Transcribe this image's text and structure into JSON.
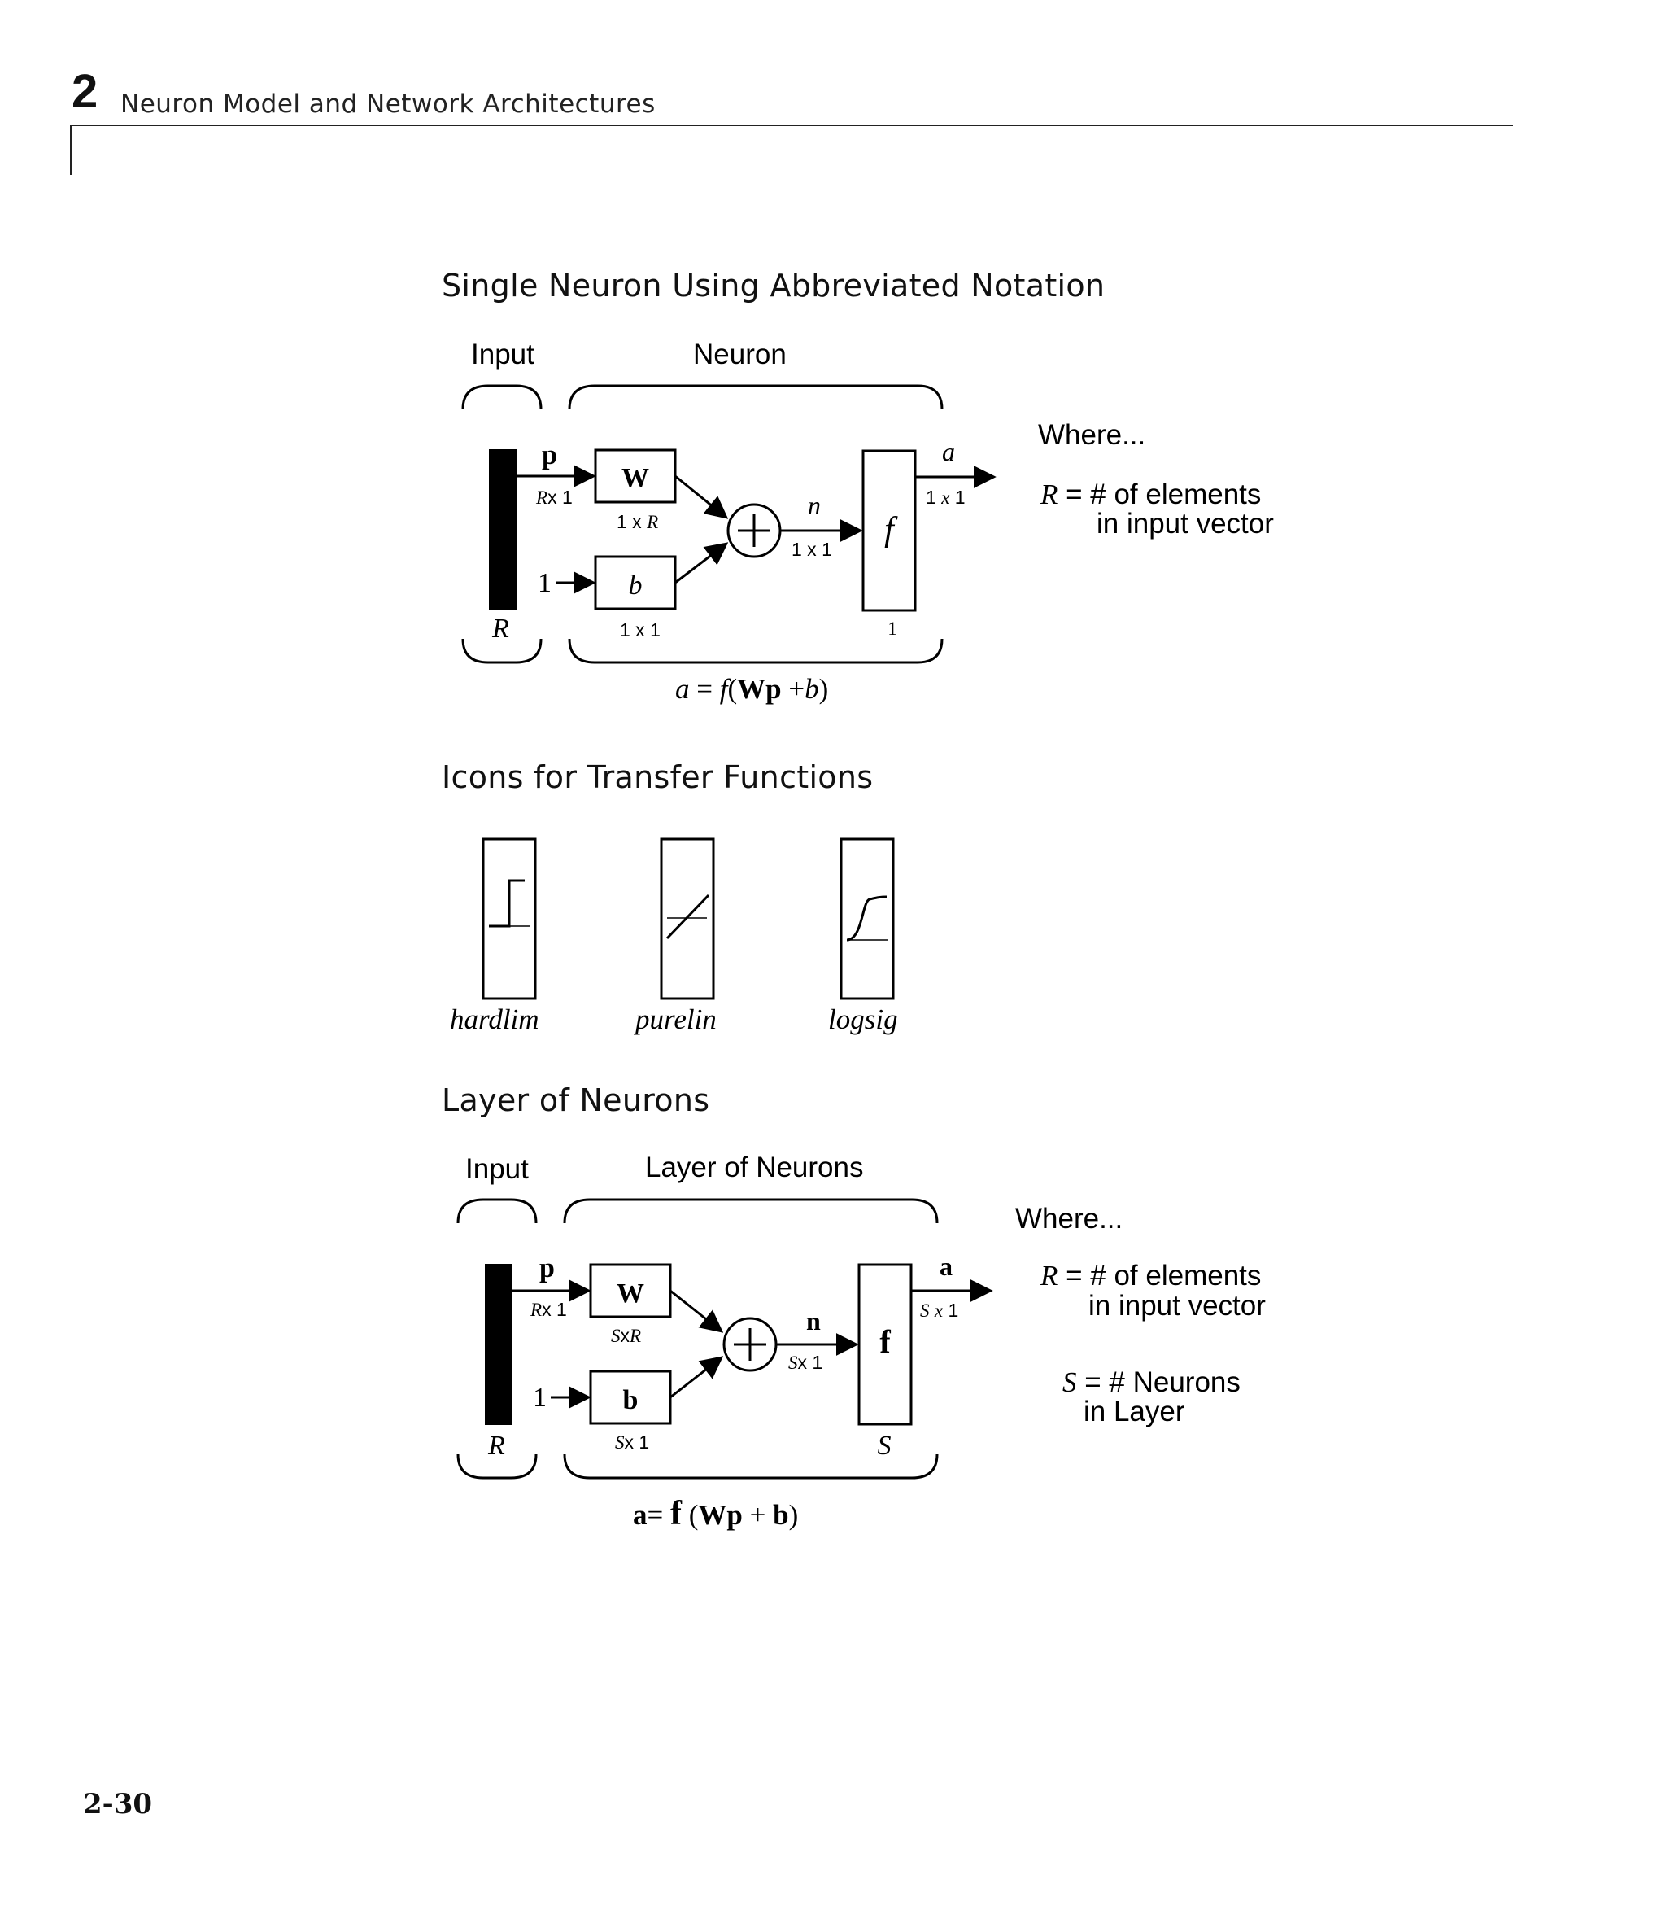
{
  "header": {
    "chapter_number": "2",
    "chapter_title": "Neuron Model and Network Architectures"
  },
  "single_neuron": {
    "heading": "Single Neuron Using Abbreviated Notation",
    "input_label": "Input",
    "neuron_label": "Neuron",
    "p_label": "p",
    "p_dim_var": "R",
    "p_dim_rest": "x 1",
    "w_label": "W",
    "w_dim_pre": "1 x ",
    "w_dim_var": "R",
    "one_label": "1",
    "b_label": "b",
    "b_dim": "1 x 1",
    "n_label": "n",
    "n_dim": "1 x 1",
    "f_label": "f",
    "f_dim": "1",
    "a_label": "a",
    "a_dim_pre": "1 ",
    "a_dim_x": "x",
    "a_dim_post": " 1",
    "r_label": "R",
    "equation_a": "a",
    "equation_eq": " = ",
    "equation_f": "f",
    "equation_open": "(",
    "equation_wp": "Wp",
    "equation_plus": " +",
    "equation_b": "b",
    "equation_close": ")",
    "where_title": "Where...",
    "where_r_var": "R",
    "where_r_text": " = # of elements",
    "where_r_cont": "in input vector"
  },
  "transfer_icons": {
    "heading": "Icons for Transfer Functions",
    "items": [
      {
        "label": "hardlim",
        "icon": "step-function-icon"
      },
      {
        "label": "purelin",
        "icon": "linear-function-icon"
      },
      {
        "label": "logsig",
        "icon": "sigmoid-function-icon"
      }
    ]
  },
  "layer": {
    "heading": "Layer of Neurons",
    "input_label": "Input",
    "layer_label": "Layer of Neurons",
    "p_label": "p",
    "p_dim_var": "R",
    "p_dim_rest": "x 1",
    "w_label": "W",
    "w_dim_var1": "S",
    "w_dim_mid": "x",
    "w_dim_var2": "R",
    "one_label": "1",
    "b_label": "b",
    "b_dim_var": "S",
    "b_dim_rest": "x 1",
    "n_label": "n",
    "n_dim_var": "S",
    "n_dim_rest": "x 1",
    "f_label": "f",
    "s_label": "S",
    "a_label": "a",
    "a_dim_var": "S",
    "a_dim_x": "x",
    "a_dim_post": " 1",
    "r_label": "R",
    "equation_a": "a",
    "equation_eq": "= ",
    "equation_f": "f",
    "equation_open": " (",
    "equation_wp": "Wp",
    "equation_plus": " + ",
    "equation_b": "b",
    "equation_close": ")",
    "where_title": "Where...",
    "where_r_var": "R",
    "where_r_text": " = # of elements",
    "where_r_cont": "in input vector",
    "where_s_var": "S",
    "where_s_text": " = # Neurons",
    "where_s_cont": "in Layer"
  },
  "footer": {
    "page_number": "2-30"
  }
}
